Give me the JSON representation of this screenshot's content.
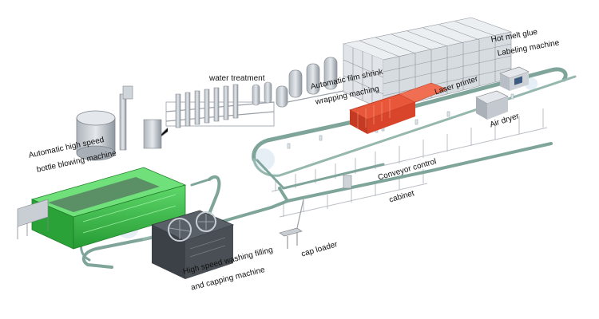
{
  "labels": {
    "water_treatment": "water treatment",
    "film_shrink_1": "Automatic film shrink",
    "film_shrink_2": "wrapping maching",
    "hot_melt_1": "Hot melt glue",
    "hot_melt_2": "Labeling machine",
    "laser_printer": "Laser  printer",
    "air_dryer": "Air dryer",
    "blowing_1": "Automatic high speed",
    "blowing_2": "bottle blowing machine",
    "conveyor_1": "Conveyor control",
    "conveyor_2": "cabinet",
    "cap_loader": "cap loader",
    "washing_1": "High speed washing filling",
    "washing_2": "and capping machine"
  },
  "colors": {
    "conveyor": "#7fa59a",
    "frame": "#9aa0a6",
    "blowing_machine": "#3dc24a",
    "shrink_wrapper": "#d9452b",
    "machine_dark": "#4a4f55",
    "steel": "#c9ced4"
  }
}
